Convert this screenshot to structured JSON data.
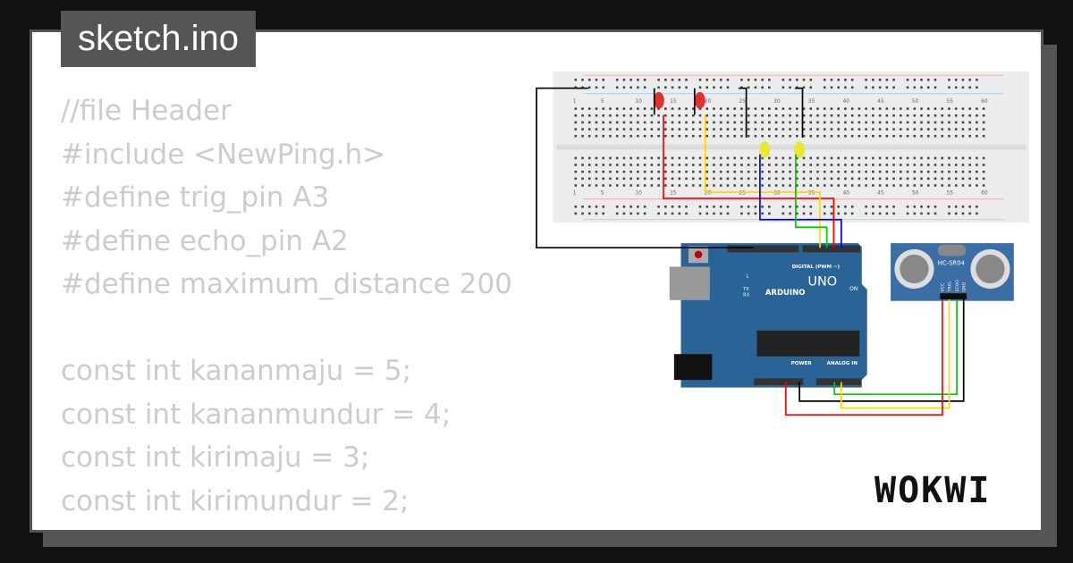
{
  "title": "sketch.ino",
  "code_lines": [
    "//file Header",
    "#include <NewPing.h>",
    "#define trig_pin A3",
    "#define echo_pin A2",
    "#define maximum_distance 200",
    "",
    "const int kananmaju = 5;",
    "const int kananmundur = 4;",
    "const int kirimaju = 3;",
    "const int kirimundur = 2;"
  ],
  "board": {
    "brand": "ARDUINO",
    "model": "UNO",
    "digital_label": "DIGITAL (PWM ~)",
    "power_label": "POWER",
    "analog_label": "ANALOG IN",
    "on_label": "ON",
    "led_labels": [
      "L",
      "TX",
      "RX"
    ]
  },
  "sensor": {
    "name": "HC-SR04",
    "pins": [
      "VCC",
      "TRIG",
      "ECHO",
      "GND"
    ]
  },
  "breadboard": {
    "col_labels": [
      "1",
      "5",
      "10",
      "15",
      "20",
      "25",
      "30",
      "35",
      "40",
      "45",
      "50",
      "55",
      "60"
    ]
  },
  "logo": "WOKWI",
  "colors": {
    "board": "#2a6496",
    "wire_red": "#ff0000",
    "wire_yellow": "#ffd700",
    "wire_green": "#00cc00",
    "wire_blue": "#0000ff",
    "wire_black": "#000000"
  }
}
